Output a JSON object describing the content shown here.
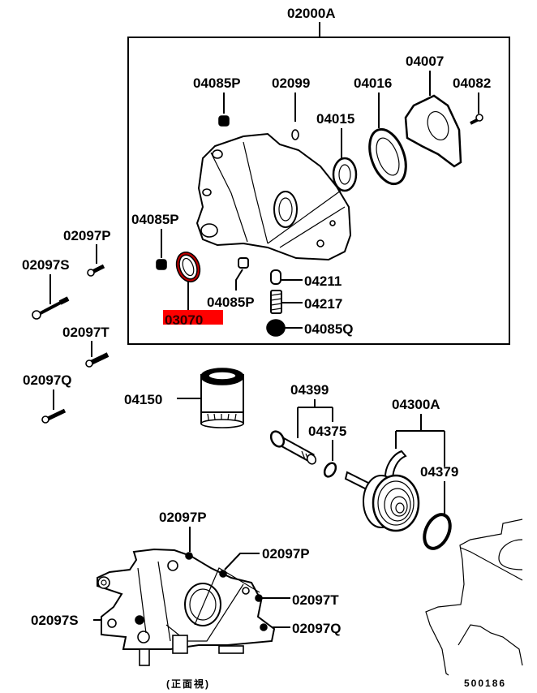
{
  "diagram": {
    "title": "Oil pump & oil filter exploded parts diagram",
    "highlight_color": "#ff0000",
    "assembly_label": "02000A",
    "diagram_id": "500186",
    "view_caption": "(正面視)",
    "highlighted_part": "03070",
    "labels": {
      "p04085P_top": "04085P",
      "p02099": "02099",
      "p04016": "04016",
      "p04007": "04007",
      "p04082": "04082",
      "p04015": "04015",
      "p04085P_left": "04085P",
      "p03070": "03070",
      "p04085P_mid": "04085P",
      "p04211": "04211",
      "p04217": "04217",
      "p04085Q": "04085Q",
      "p02097P_a": "02097P",
      "p02097S_a": "02097S",
      "p02097T_a": "02097T",
      "p02097Q_a": "02097Q",
      "p04150": "04150",
      "p04399": "04399",
      "p04375": "04375",
      "p04300A": "04300A",
      "p04379": "04379",
      "p02097P_b": "02097P",
      "p02097P_c": "02097P",
      "p02097S_b": "02097S",
      "p02097T_b": "02097T",
      "p02097Q_b": "02097Q"
    }
  }
}
